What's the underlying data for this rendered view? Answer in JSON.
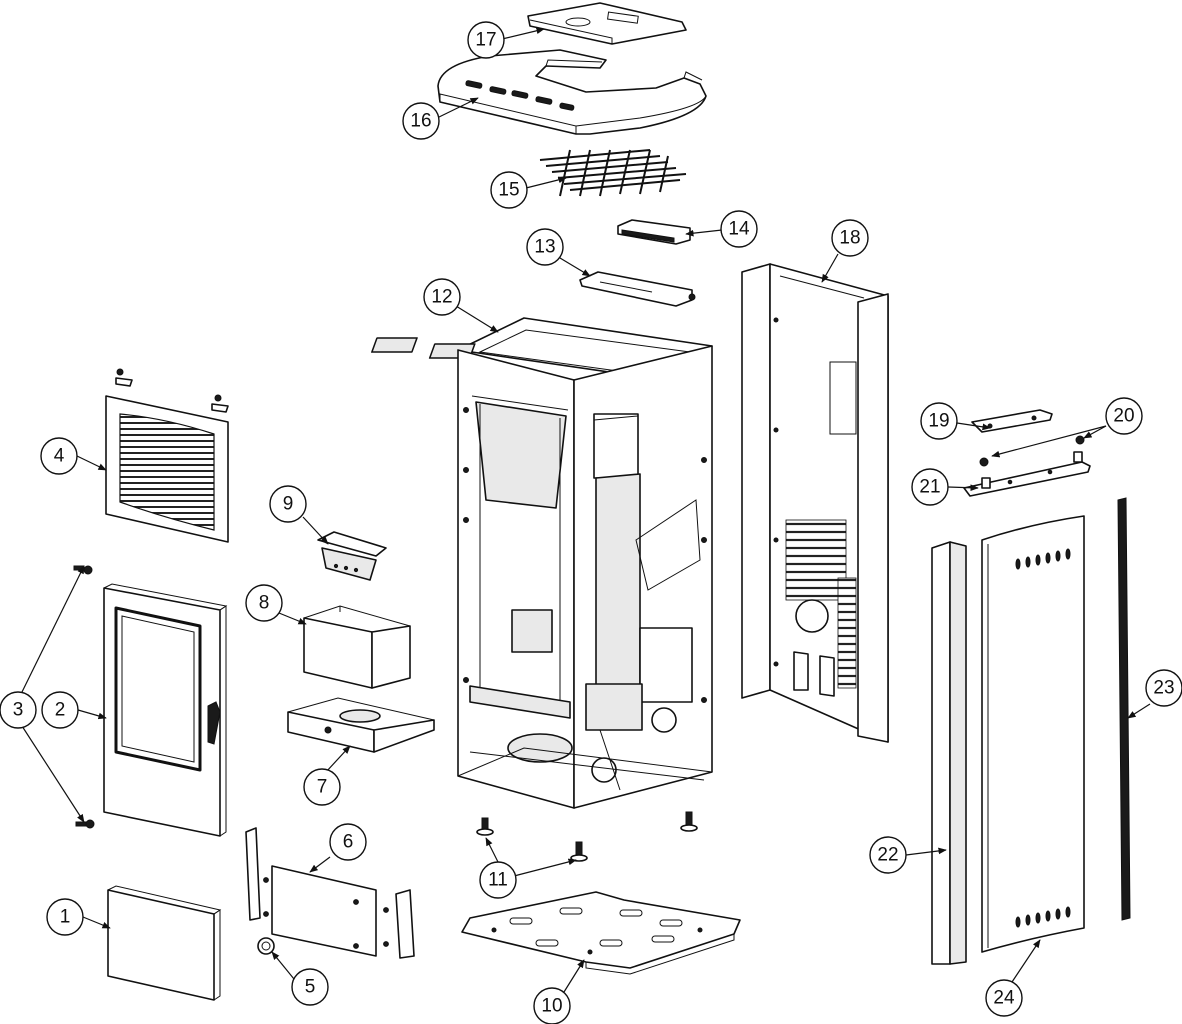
{
  "diagram": {
    "type": "exploded-parts-view",
    "callouts": [
      {
        "id": "1",
        "label": "1"
      },
      {
        "id": "2",
        "label": "2"
      },
      {
        "id": "3",
        "label": "3"
      },
      {
        "id": "4",
        "label": "4"
      },
      {
        "id": "5",
        "label": "5"
      },
      {
        "id": "6",
        "label": "6"
      },
      {
        "id": "7",
        "label": "7"
      },
      {
        "id": "8",
        "label": "8"
      },
      {
        "id": "9",
        "label": "9"
      },
      {
        "id": "10",
        "label": "10"
      },
      {
        "id": "11",
        "label": "11"
      },
      {
        "id": "12",
        "label": "12"
      },
      {
        "id": "13",
        "label": "13"
      },
      {
        "id": "14",
        "label": "14"
      },
      {
        "id": "15",
        "label": "15"
      },
      {
        "id": "16",
        "label": "16"
      },
      {
        "id": "17",
        "label": "17"
      },
      {
        "id": "18",
        "label": "18"
      },
      {
        "id": "19",
        "label": "19"
      },
      {
        "id": "20",
        "label": "20"
      },
      {
        "id": "21",
        "label": "21"
      },
      {
        "id": "22",
        "label": "22"
      },
      {
        "id": "23",
        "label": "23"
      },
      {
        "id": "24",
        "label": "24"
      }
    ]
  }
}
